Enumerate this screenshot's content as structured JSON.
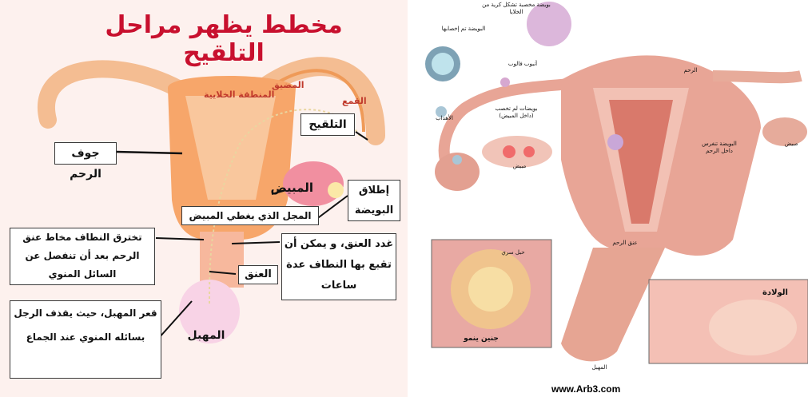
{
  "left": {
    "title": "مخطط يظهر مراحل التلقيح",
    "labels": {
      "uterine_cavity": "جوف الرحم",
      "fertilization": "التلقيح",
      "ovary": "المبيض",
      "egg_release": "إطلاق البويضة",
      "ovary_field": "المجل الذي يغطي المبيض",
      "sperm_penetrate": "تخترق النطاف مخاط عنق الرحم بعد أن تنفصل عن السائل المنوي",
      "cervix": "العنق",
      "cervix_glands": "غدد العنق، و يمكن أن تقبع بها النطاف عدة ساعات",
      "vagina_floor": "قعر المهبل، حيث يقذف الرجل بسائله المنوي عند الجماع",
      "vagina": "المهبل",
      "ampulla": "القمع",
      "isthmus": "المضيق",
      "ampullary_region": "المنطقة الخلايية"
    }
  },
  "right": {
    "labels": {
      "fertilized_egg": "بويضة مخصبة تشكل كرية من الخلايا",
      "egg_fertilized_moment": "البويضة تم إخصابها",
      "fallopian_tube": "أنبوب فالوب",
      "uterus": "الرحم",
      "unfertilized_eggs": "بويضات لم تخصب (داخل المبيض)",
      "fimbriae": "الأهداب",
      "ovary_left": "مبيض",
      "ovary_right": "مبيض",
      "implantation": "البويضة تنغرس داخل الرحم",
      "cervix_neck": "عنق الرحم",
      "umbilical_cord": "حبل سري",
      "embryo": "جنين ينمو",
      "vagina": "المهبل",
      "birth": "الولادة"
    },
    "footer": "www.Arb3.com"
  }
}
